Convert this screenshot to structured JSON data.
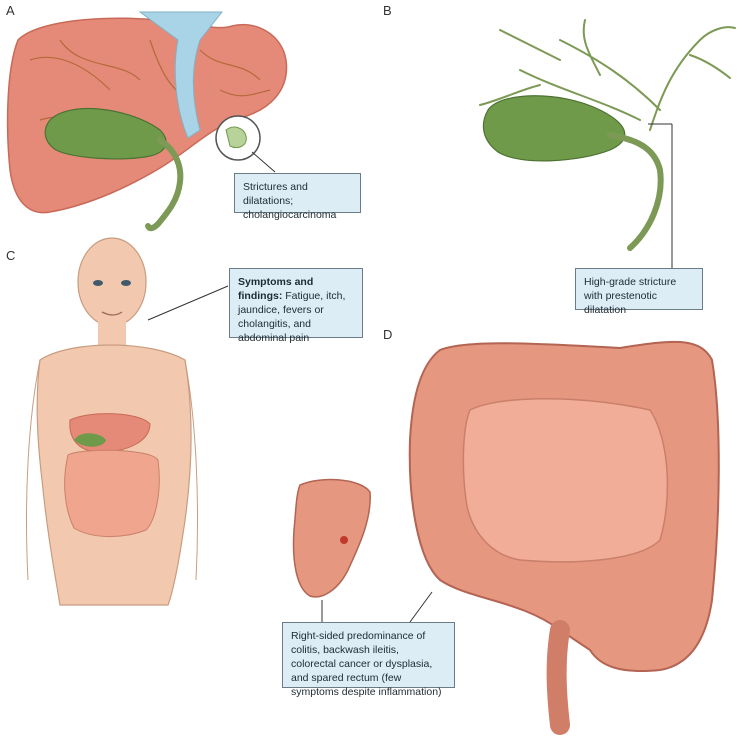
{
  "panels": {
    "a": {
      "letter": "A",
      "callout": "Strictures and dilatations; cholangiocarcinoma"
    },
    "b": {
      "letter": "B",
      "callout": "High-grade stricture with prestenotic dilatation"
    },
    "c": {
      "letter": "C",
      "callout_heading": "Symptoms and findings:",
      "callout_body": "Fatigue, itch, jaundice, fevers or cholangitis, and abdominal pain"
    },
    "d": {
      "letter": "D",
      "callout": "Right-sided predominance of colitis, backwash ileitis, colorectal cancer or dysplasia, and spared rectum (few symptoms despite inflammation)"
    }
  },
  "colors": {
    "liver": "#e58a78",
    "gallbladder": "#6f9a4a",
    "bile_duct": "#7c9a55",
    "skin": "#f2c9ae",
    "colon": "#e59780",
    "callout_fill": "#dcedf6"
  }
}
